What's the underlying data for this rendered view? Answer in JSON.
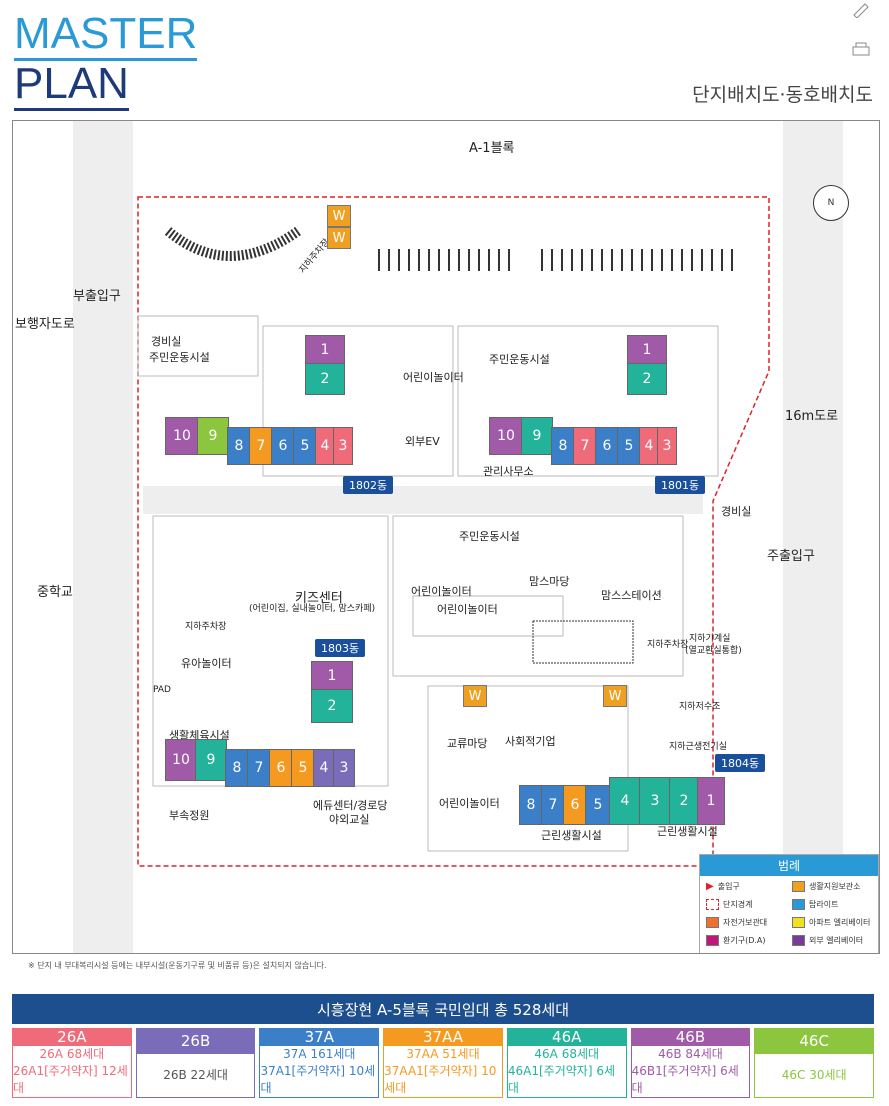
{
  "header": {
    "title_line1": "MASTER",
    "title_line2": "PLAN",
    "subtitle": "단지배치도·동호배치도"
  },
  "map": {
    "labels": {
      "block_a1": "A-1블록",
      "sub_entrance": "부출입구",
      "walkway": "보행자도로",
      "middle_school": "중학교",
      "road16": "16m도로",
      "main_entrance": "주출입구",
      "guard1": "경비실",
      "guard2": "경비실",
      "sports1": "주민운동시설",
      "sports2": "주민운동시설",
      "sports3": "주민운동시설",
      "playground1": "어린이놀이터",
      "playground2": "어린이놀이터",
      "playground3": "어린이놀이터",
      "playground4": "어린이놀이터",
      "playground5": "유아놀이터",
      "outer_ev": "외부EV",
      "mgmt_office": "관리사무소",
      "kids_center": "키즈센터",
      "kids_center_sub": "(어린이집, 실내놀이터, 맘스카페)",
      "moms_yard": "맘스마당",
      "moms_station": "맘스스테이션",
      "parking_in1": "지하주차장",
      "parking_in2": "지하주차장",
      "parking_in3": "지하주차장",
      "mech_room": "지하기계실",
      "mech_room_sub": "(열교환실통합)",
      "water_tank": "지하저수조",
      "power_room": "지하근생전기실",
      "gym": "생활체육시설",
      "exchange_yard": "교류마당",
      "social_firm": "사회적기업",
      "annex_garden": "부속정원",
      "edu_center": "에듀센터/경로당",
      "outdoor_class": "야외교실",
      "retail1": "근린생활시설",
      "retail2": "근린생활시설",
      "pad": "PAD",
      "w_label": "W"
    },
    "dongs": {
      "d1801": "1801동",
      "d1802": "1802동",
      "d1803": "1803동",
      "d1804": "1804동"
    },
    "compass": "N"
  },
  "legend": {
    "title": "범례",
    "items": [
      {
        "label": "출입구",
        "color": "#e0202a"
      },
      {
        "label": "생활지원보관소",
        "color": "#f0a020"
      },
      {
        "label": "단지경계",
        "color": "#e0202a"
      },
      {
        "label": "탑라이트",
        "color": "#2a9ad6"
      },
      {
        "label": "자전거보관대",
        "color": "#f07030"
      },
      {
        "label": "아파트 엘리베이터",
        "color": "#f5e020"
      },
      {
        "label": "환기구(D.A)",
        "color": "#c0187a"
      },
      {
        "label": "외부 엘리베이터",
        "color": "#7a3a9a"
      }
    ]
  },
  "footnote": "※ 단지 내 부대복리시설 등에는 내부시설(운동기구류 및 비품류 등)은 설치되지 않습니다.",
  "summary_banner": "시흥장현 A-5블록 국민임대 총 528세대",
  "unit_types": [
    {
      "name": "26A",
      "color": "#f06b7a",
      "line1": "26A 68세대",
      "line2": "26A1[주거약자] 12세대"
    },
    {
      "name": "26B",
      "color": "#7a6cb8",
      "line1": "26B 22세대",
      "line2": ""
    },
    {
      "name": "37A",
      "color": "#3a7fc8",
      "line1": "37A 161세대",
      "line2": "37A1[주거약자] 10세대"
    },
    {
      "name": "37AA",
      "color": "#f59a20",
      "line1": "37AA 51세대",
      "line2": "37AA1[주거약자] 10세대"
    },
    {
      "name": "46A",
      "color": "#22b39a",
      "line1": "46A 68세대",
      "line2": "46A1[주거약자] 6세대"
    },
    {
      "name": "46B",
      "color": "#a05aa8",
      "line1": "46B 84세대",
      "line2": "46B1[주거약자] 6세대"
    },
    {
      "name": "46C",
      "color": "#8cc63e",
      "line1": "46C 30세대",
      "line2": ""
    }
  ],
  "unit_numbers": [
    "1",
    "2",
    "3",
    "4",
    "5",
    "6",
    "7",
    "8",
    "9",
    "10"
  ]
}
